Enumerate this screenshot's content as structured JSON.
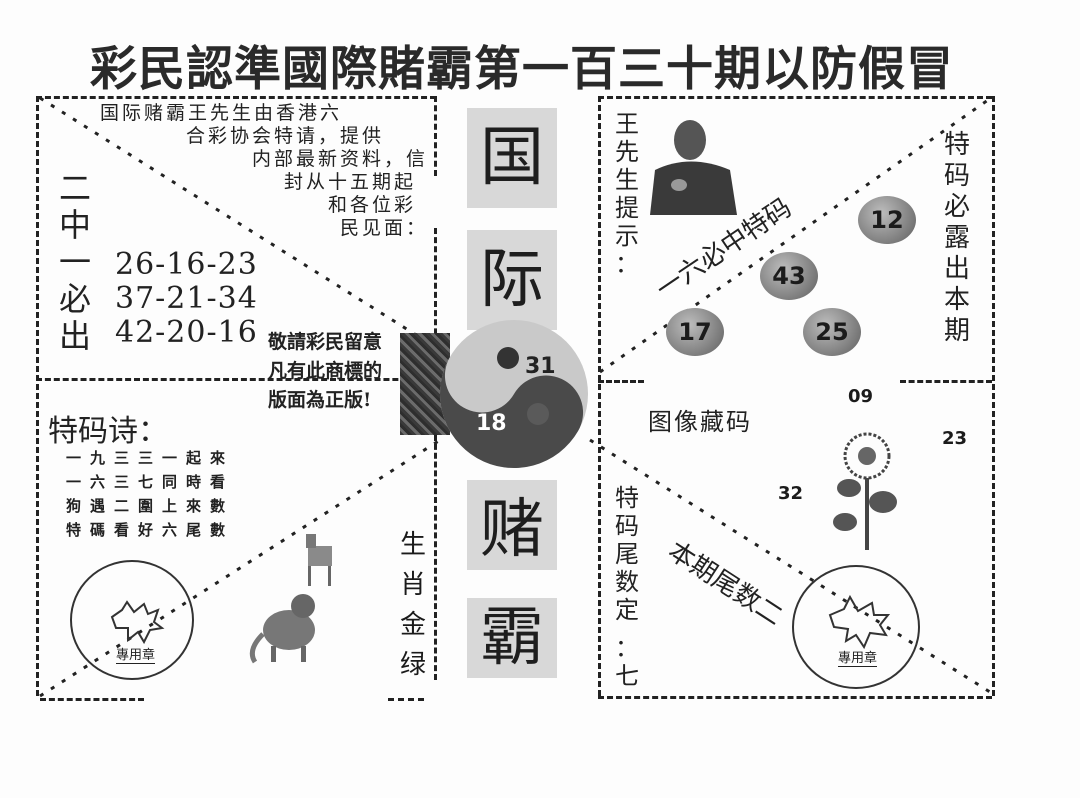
{
  "header": {
    "title": "彩民認準國際賭霸第一百三十期以防假冒"
  },
  "top_left": {
    "intro_lines": [
      "国际赌霸王先生由香港六",
      "合彩协会特请，提供",
      "内部最新资料，信",
      "封从十五期起",
      "和各位彩",
      "民见面："
    ],
    "vertical_label": [
      "二",
      "中",
      "一",
      "必",
      "出"
    ],
    "number_sets": [
      "26-16-23",
      "37-21-34",
      "42-20-16"
    ]
  },
  "notice": {
    "lines": [
      "敬請彩民留意",
      "凡有此商標的",
      "版面為正版!"
    ]
  },
  "bottom_left": {
    "poem_title": "特码诗：",
    "poem_lines": [
      "一九三三一起來",
      "一六三七同時看",
      "狗遇二圍上來數",
      "特碼看好六尾數"
    ],
    "stamp_icon": "official-seal-icon",
    "stamp_text": "專用章",
    "animal_icons": [
      "goat-icon",
      "monkey-icon"
    ]
  },
  "zodiac": {
    "chars": [
      "生",
      "肖",
      "金",
      "绿"
    ]
  },
  "center": {
    "title_chars": [
      "国",
      "际",
      "赌",
      "霸"
    ],
    "yinyang": {
      "icon": "yin-yang-icon",
      "light_number": "31",
      "dark_number": "18"
    }
  },
  "top_right": {
    "hint_label": [
      "王",
      "先",
      "生",
      "提",
      "示",
      "："
    ],
    "diagonal_text": "一六必中特码",
    "side_label": [
      "特",
      "码",
      "必",
      "露",
      "出",
      "本",
      "期"
    ],
    "balls": [
      "12",
      "43",
      "17",
      "25"
    ],
    "person_icon": "portrait-icon"
  },
  "bottom_right": {
    "image_label": "图像藏码",
    "hidden_numbers": [
      "09",
      "23",
      "32"
    ],
    "flower_icon": "sunflower-icon",
    "tail_label": [
      "特",
      "码",
      "尾",
      "数",
      "定",
      "：",
      "七"
    ],
    "diagonal_text": "本期尾数二",
    "stamp_text": "專用章",
    "stamp_icon": "official-seal-icon"
  }
}
